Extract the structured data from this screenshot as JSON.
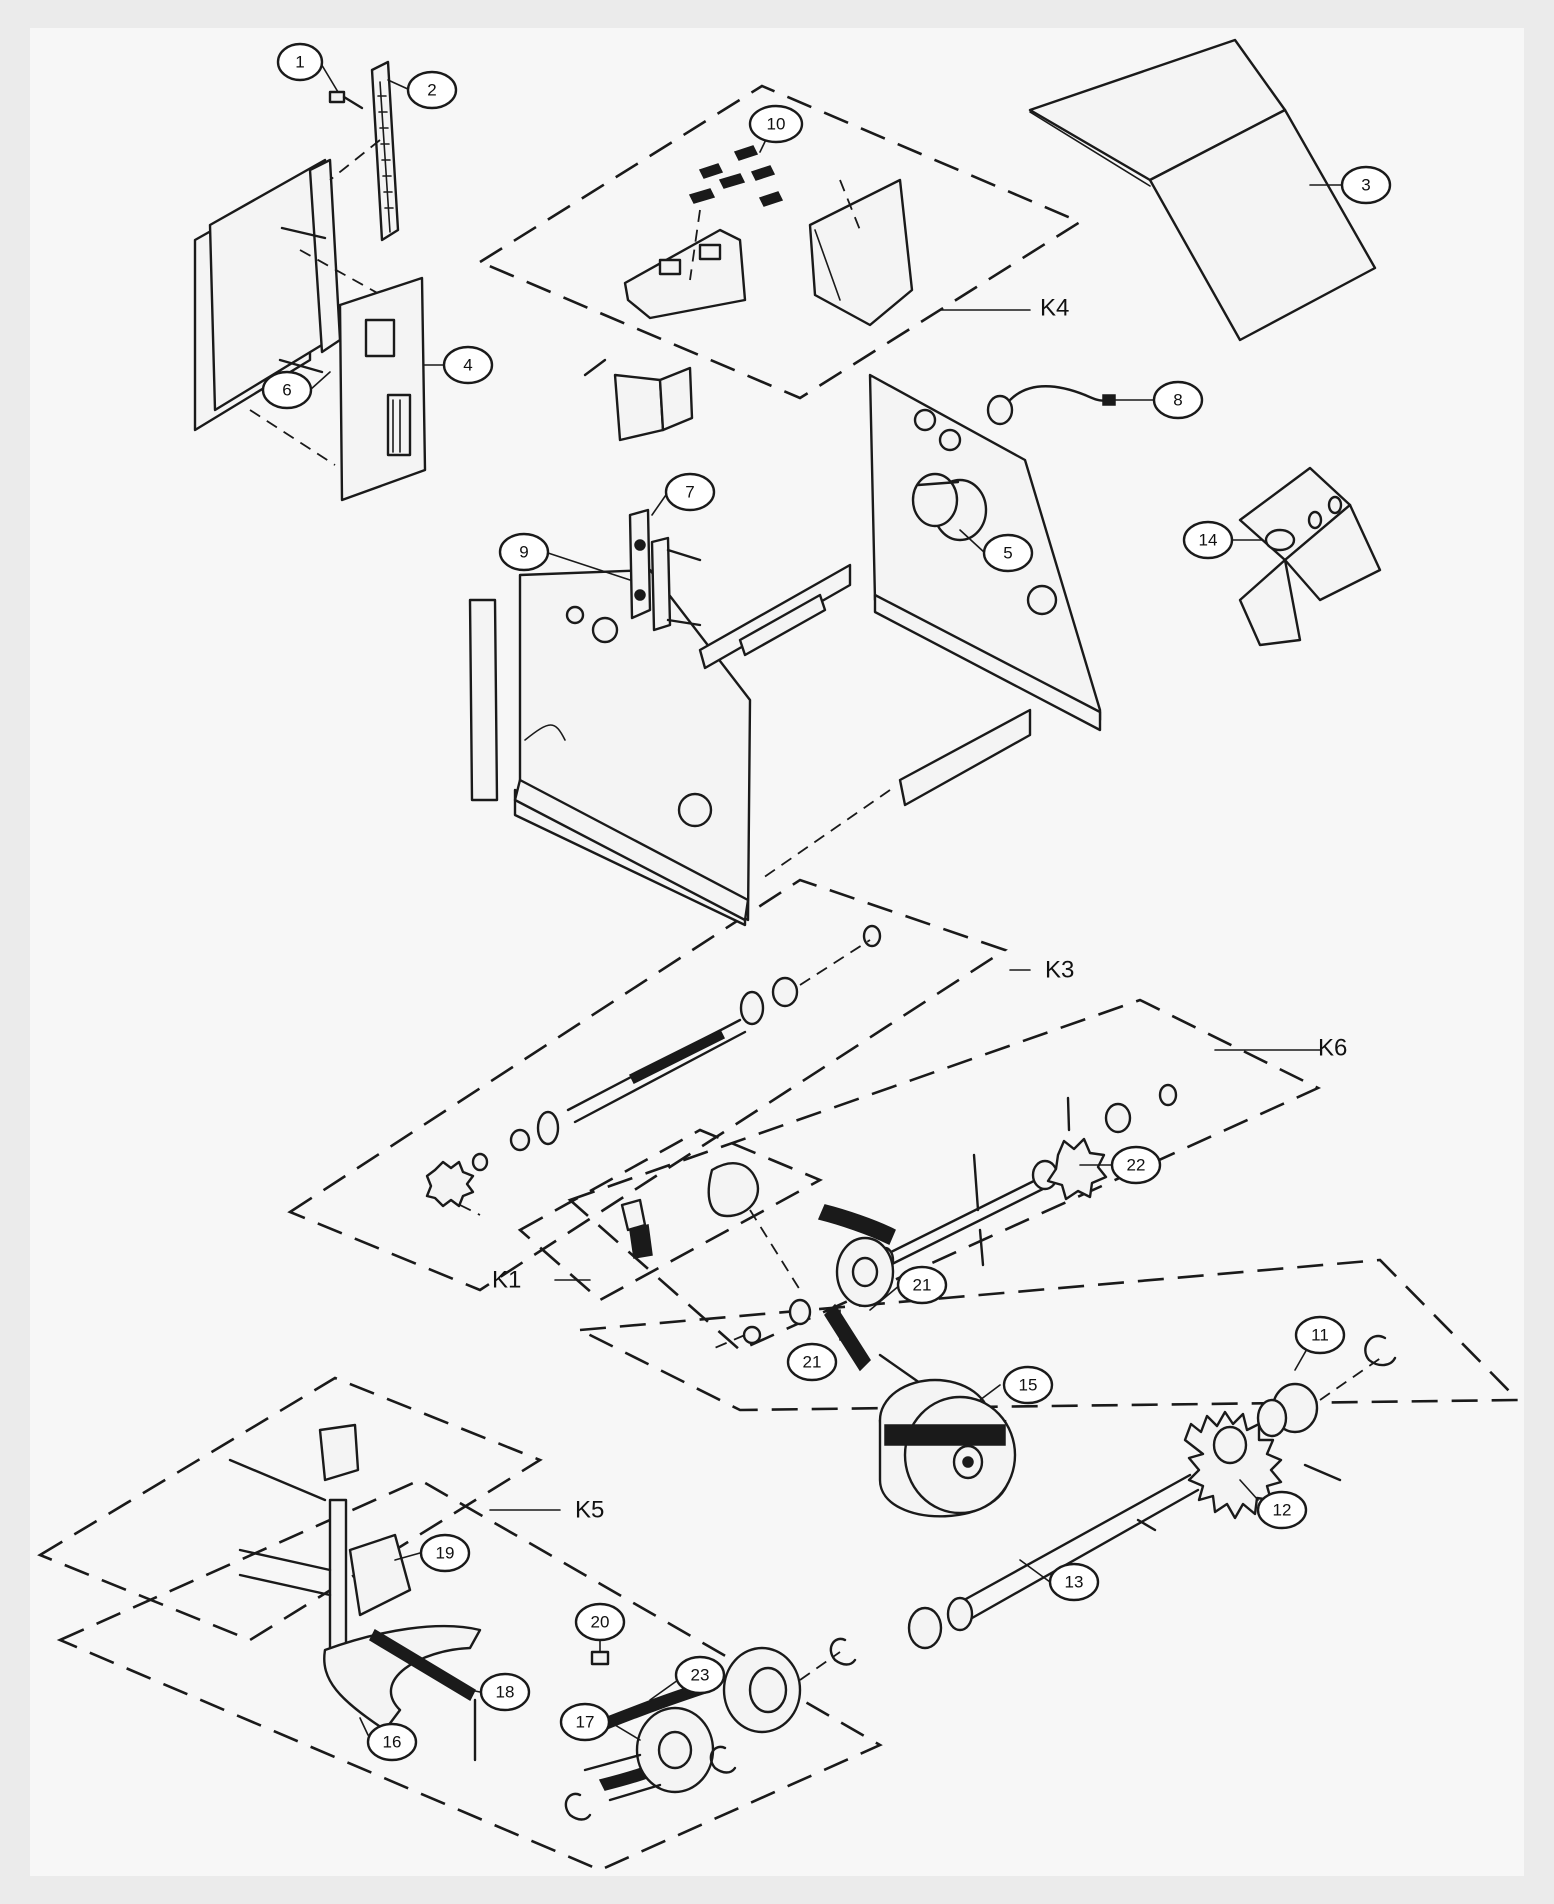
{
  "part_callouts": [
    "1",
    "2",
    "3",
    "4",
    "5",
    "6",
    "7",
    "8",
    "9",
    "10",
    "11",
    "12",
    "13",
    "14",
    "15",
    "16",
    "17",
    "18",
    "19",
    "20",
    "21",
    "21",
    "22",
    "23"
  ],
  "kit_labels": [
    "K4",
    "K3",
    "K6",
    "K1",
    "K5"
  ]
}
